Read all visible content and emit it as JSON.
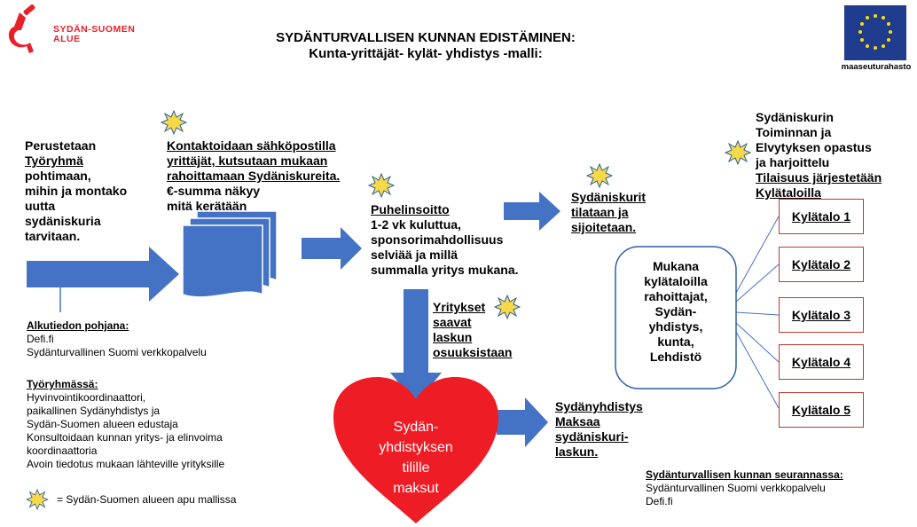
{
  "header": {
    "title": "SYDÄNTURVALLISEN KUNNAN EDISTÄMINEN:",
    "subtitle": "Kunta-yrittäjät- kylät- yhdistys -malli:"
  },
  "logo": {
    "line1": "SYDÄN-SUOMEN",
    "line2": "ALUE",
    "color": "#e8202a"
  },
  "eu_logo": {
    "caption": "maaseuturahasto",
    "flag_color": "#1f3c8f",
    "star_color": "#ffdd00"
  },
  "colors": {
    "arrow": "#4472c4",
    "heart": "#ee1c25",
    "box_border": "#c0392b",
    "oval_border": "#2e5fa3",
    "burst_fill": "#f5d949",
    "burst_stroke": "#2e5fa3"
  },
  "steps": {
    "step1": {
      "line1": "Perustetaan",
      "line2": "Työryhmä",
      "rest": "pohtimaan,\nmihin ja montako\nuutta\nsydäniskuria\ntarvitaan."
    },
    "step2": {
      "underlined": "Kontaktoidaan sähköpostilla\nyrittäjät, kutsutaan mukaan\nrahoittamaan Sydäniskureita.",
      "rest": "€-summa näkyy\nmitä kerätään"
    },
    "step3": {
      "underlined": "Puhelinsoitto",
      "rest": "1-2 vk kuluttua,\nsponsorimahdollisuus\nselviää ja millä\nsummalla yritys mukana."
    },
    "step4": {
      "text": "Sydäniskurit\ntilataan ja\nsijoitetaan."
    },
    "companies": {
      "text": "Yritykset\nsaavat\nlaskun\nosuuksistaan"
    },
    "association": {
      "text": "Sydänyhdistys\nMaksaa\nsydäniskuri-\nlaskun."
    },
    "heart": {
      "text": "Sydän-\nyhdistyksen\ntilille\nmaksut"
    },
    "guidance": {
      "plain": "Sydäniskurin\nToiminnan ja\nElvytyksen opastus\nja harjoittelu",
      "underlined": "Tilaisuus järjestetään\nKylätaloilla"
    },
    "funders": {
      "text": "Mukana\nkylätaloilla\nrahoittajat,\nSydän-\nyhdistys,\nkunta,\nLehdistö"
    }
  },
  "villages": [
    "Kylätalo 1",
    "Kylätalo 2",
    "Kylätalo 3",
    "Kylätalo 4",
    "Kylätalo 5"
  ],
  "info": {
    "basis_title": "Alkutiedon pohjana:",
    "basis_text": "Defi.fi\nSydänturvallinen Suomi verkkopalvelu",
    "group_title": "Työryhmässä:",
    "group_text": "Hyvinvointikoordinaattori,\npaikallinen Sydänyhdistys ja\nSydän-Suomen alueen edustaja\nKonsultoidaan kunnan yritys- ja elinvoima\nkoordinaattoria\nAvoin tiedotus mukaan lähteville yrityksille",
    "legend_text": "= Sydän-Suomen alueen apu mallissa",
    "followup_title": "Sydänturvallisen kunnan seurannassa:",
    "followup_text": "Sydänturvallinen Suomi verkkopalvelu\nDefi.fi"
  }
}
